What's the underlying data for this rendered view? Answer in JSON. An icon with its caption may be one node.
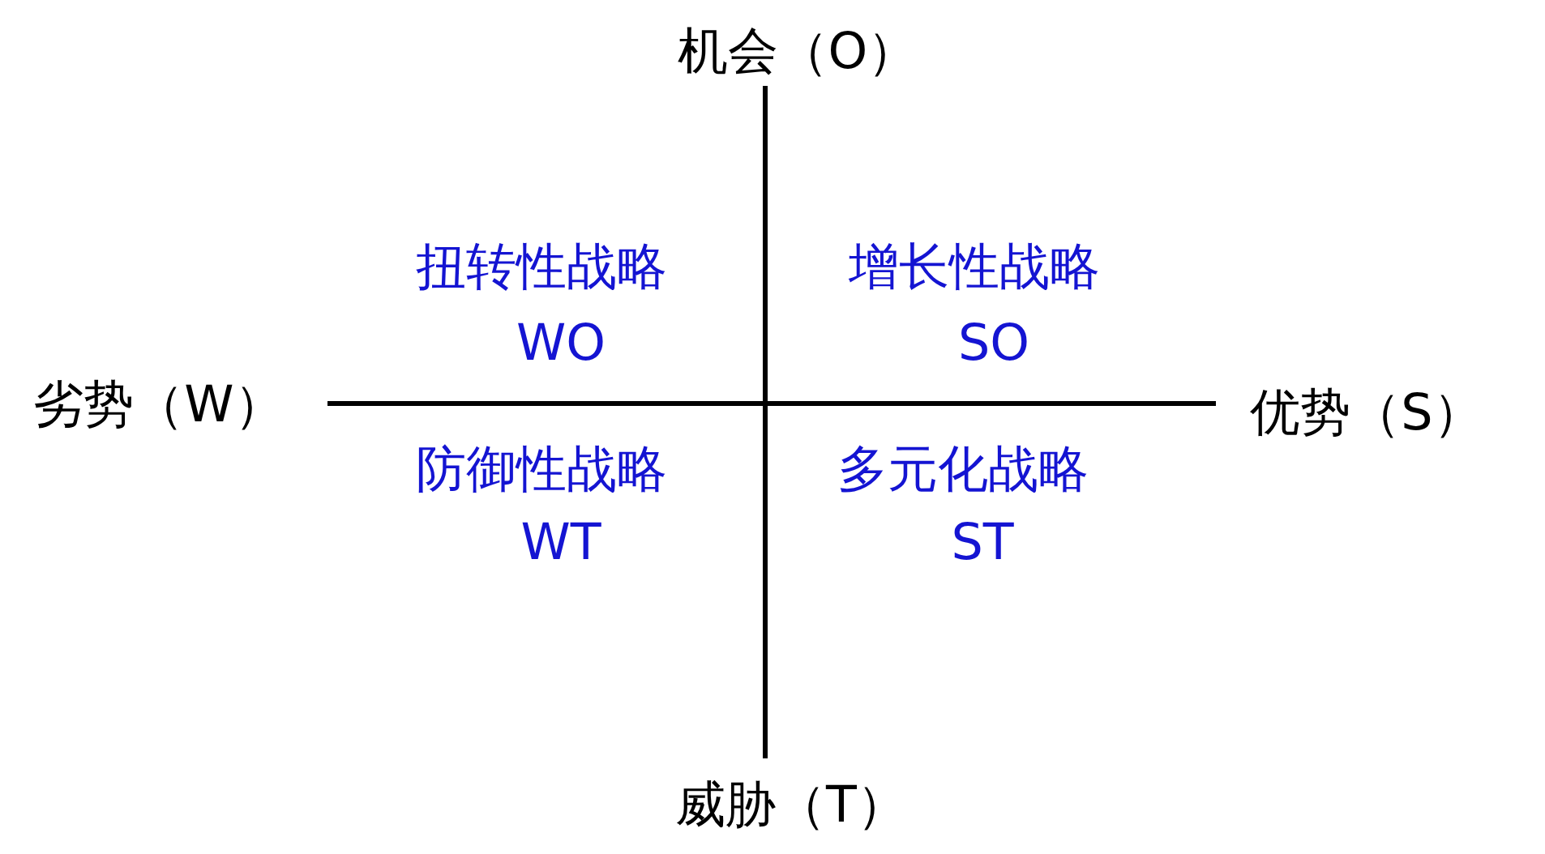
{
  "diagram": {
    "labels": [
      "机会（O）",
      "扭转性战略",
      "WO",
      "增长性战略",
      "SO",
      "劣势（W）",
      "优势（S）",
      "防御性战略",
      "WT",
      "多元化战略",
      "ST",
      "威胁（T）"
    ]
  }
}
